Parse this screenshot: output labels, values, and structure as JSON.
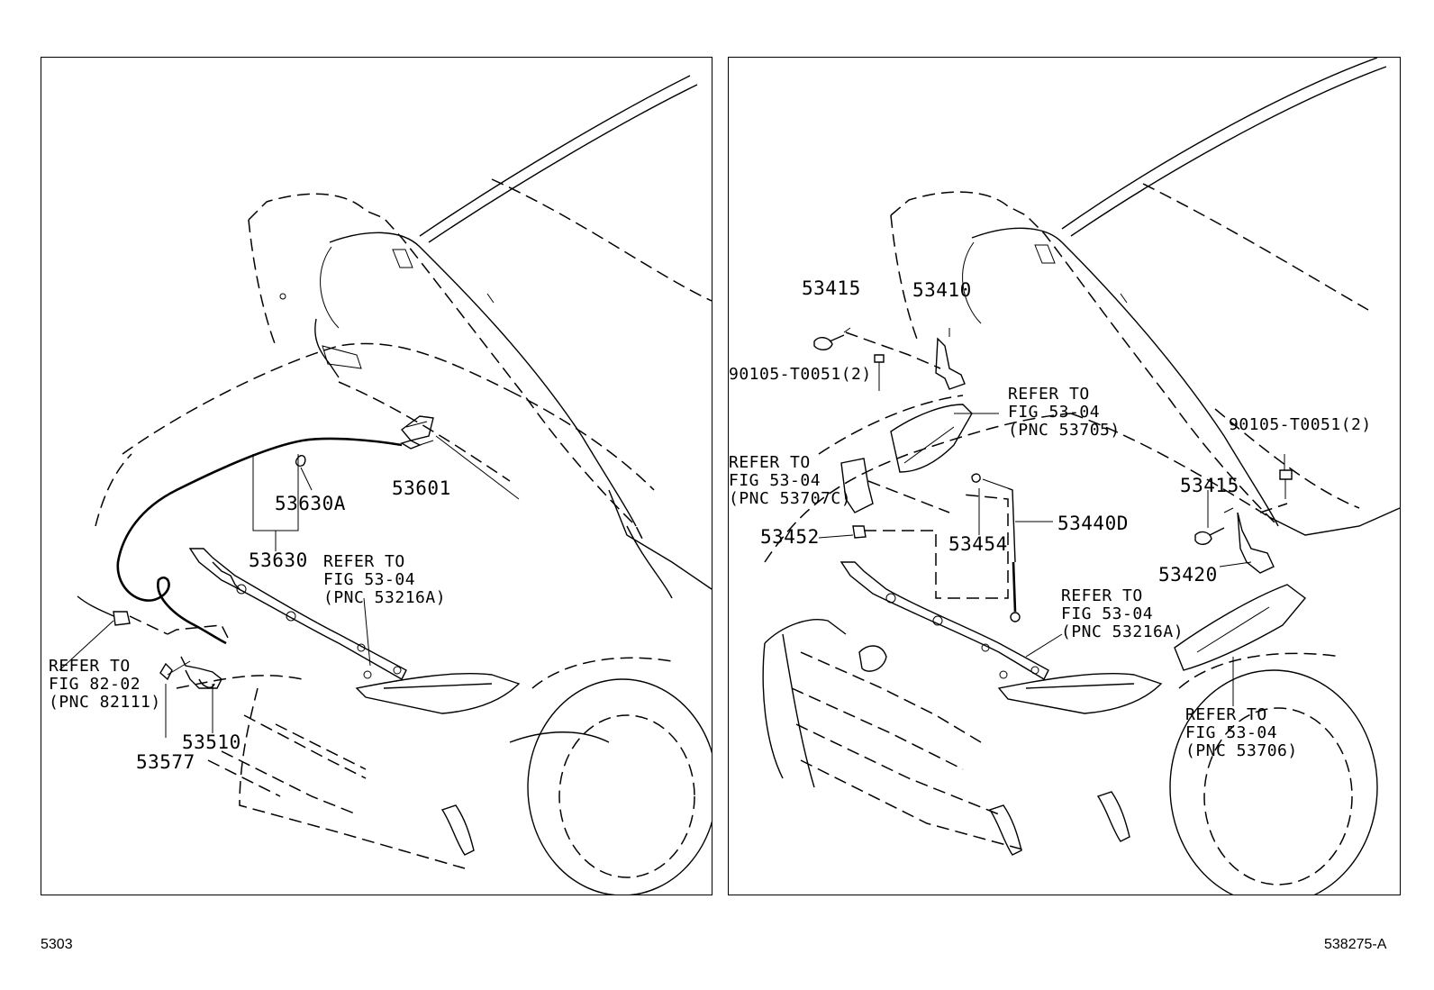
{
  "left_panel": {
    "labels": {
      "p53601": "53601",
      "p53630A": "53630A",
      "p53630": "53630",
      "p53510": "53510",
      "p53577": "53577",
      "ref_rad_1": "REFER TO",
      "ref_rad_2": "FIG 53-04",
      "ref_rad_3": "(PNC 53216A)",
      "ref_horn_1": "REFER TO",
      "ref_horn_2": "FIG 82-02",
      "ref_horn_3": "(PNC 82111)"
    }
  },
  "right_panel": {
    "labels": {
      "p53415_a": "53415",
      "p53410": "53410",
      "bolt_a": "90105-T0051(2)",
      "ref_53705_1": "REFER TO",
      "ref_53705_2": "FIG 53-04",
      "ref_53705_3": "(PNC 53705)",
      "ref_53707c_1": "REFER TO",
      "ref_53707c_2": "FIG 53-04",
      "ref_53707c_3": "(PNC 53707C)",
      "p53452": "53452",
      "p53454": "53454",
      "p53440D": "53440D",
      "bolt_b": "90105-T0051(2)",
      "p53415_b": "53415",
      "p53420": "53420",
      "ref_rad_1": "REFER TO",
      "ref_rad_2": "FIG 53-04",
      "ref_rad_3": "(PNC 53216A)",
      "ref_53706_1": "REFER TO",
      "ref_53706_2": "FIG 53-04",
      "ref_53706_3": "(PNC 53706)"
    }
  },
  "footer": {
    "figure_number": "5303",
    "illustration_id": "538275-A"
  }
}
